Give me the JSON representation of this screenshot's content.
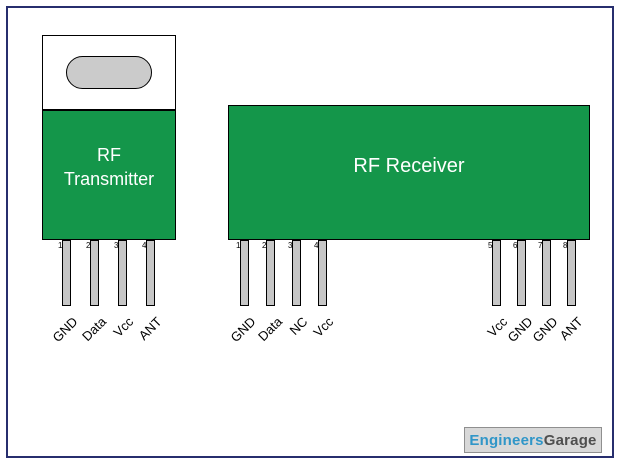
{
  "page": {
    "background": "#ffffff",
    "border_color": "#272e6e"
  },
  "transmitter": {
    "title_line1": "RF",
    "title_line2": "Transmitter",
    "body_color": "#14964a",
    "pins": [
      {
        "number": "1",
        "label": "GND"
      },
      {
        "number": "2",
        "label": "Data"
      },
      {
        "number": "3",
        "label": "Vcc"
      },
      {
        "number": "4",
        "label": "ANT"
      }
    ]
  },
  "receiver": {
    "title": "RF Receiver",
    "body_color": "#14964a",
    "left_pins": [
      {
        "number": "1",
        "label": "GND"
      },
      {
        "number": "2",
        "label": "Data"
      },
      {
        "number": "3",
        "label": "NC"
      },
      {
        "number": "4",
        "label": "Vcc"
      }
    ],
    "right_pins": [
      {
        "number": "5",
        "label": "Vcc"
      },
      {
        "number": "6",
        "label": "GND"
      },
      {
        "number": "7",
        "label": "GND"
      },
      {
        "number": "8",
        "label": "ANT"
      }
    ]
  },
  "logo": {
    "part1": "Engineers",
    "part2": "Garage",
    "part1_color": "#3096c8",
    "part2_color": "#4f4f4f"
  }
}
